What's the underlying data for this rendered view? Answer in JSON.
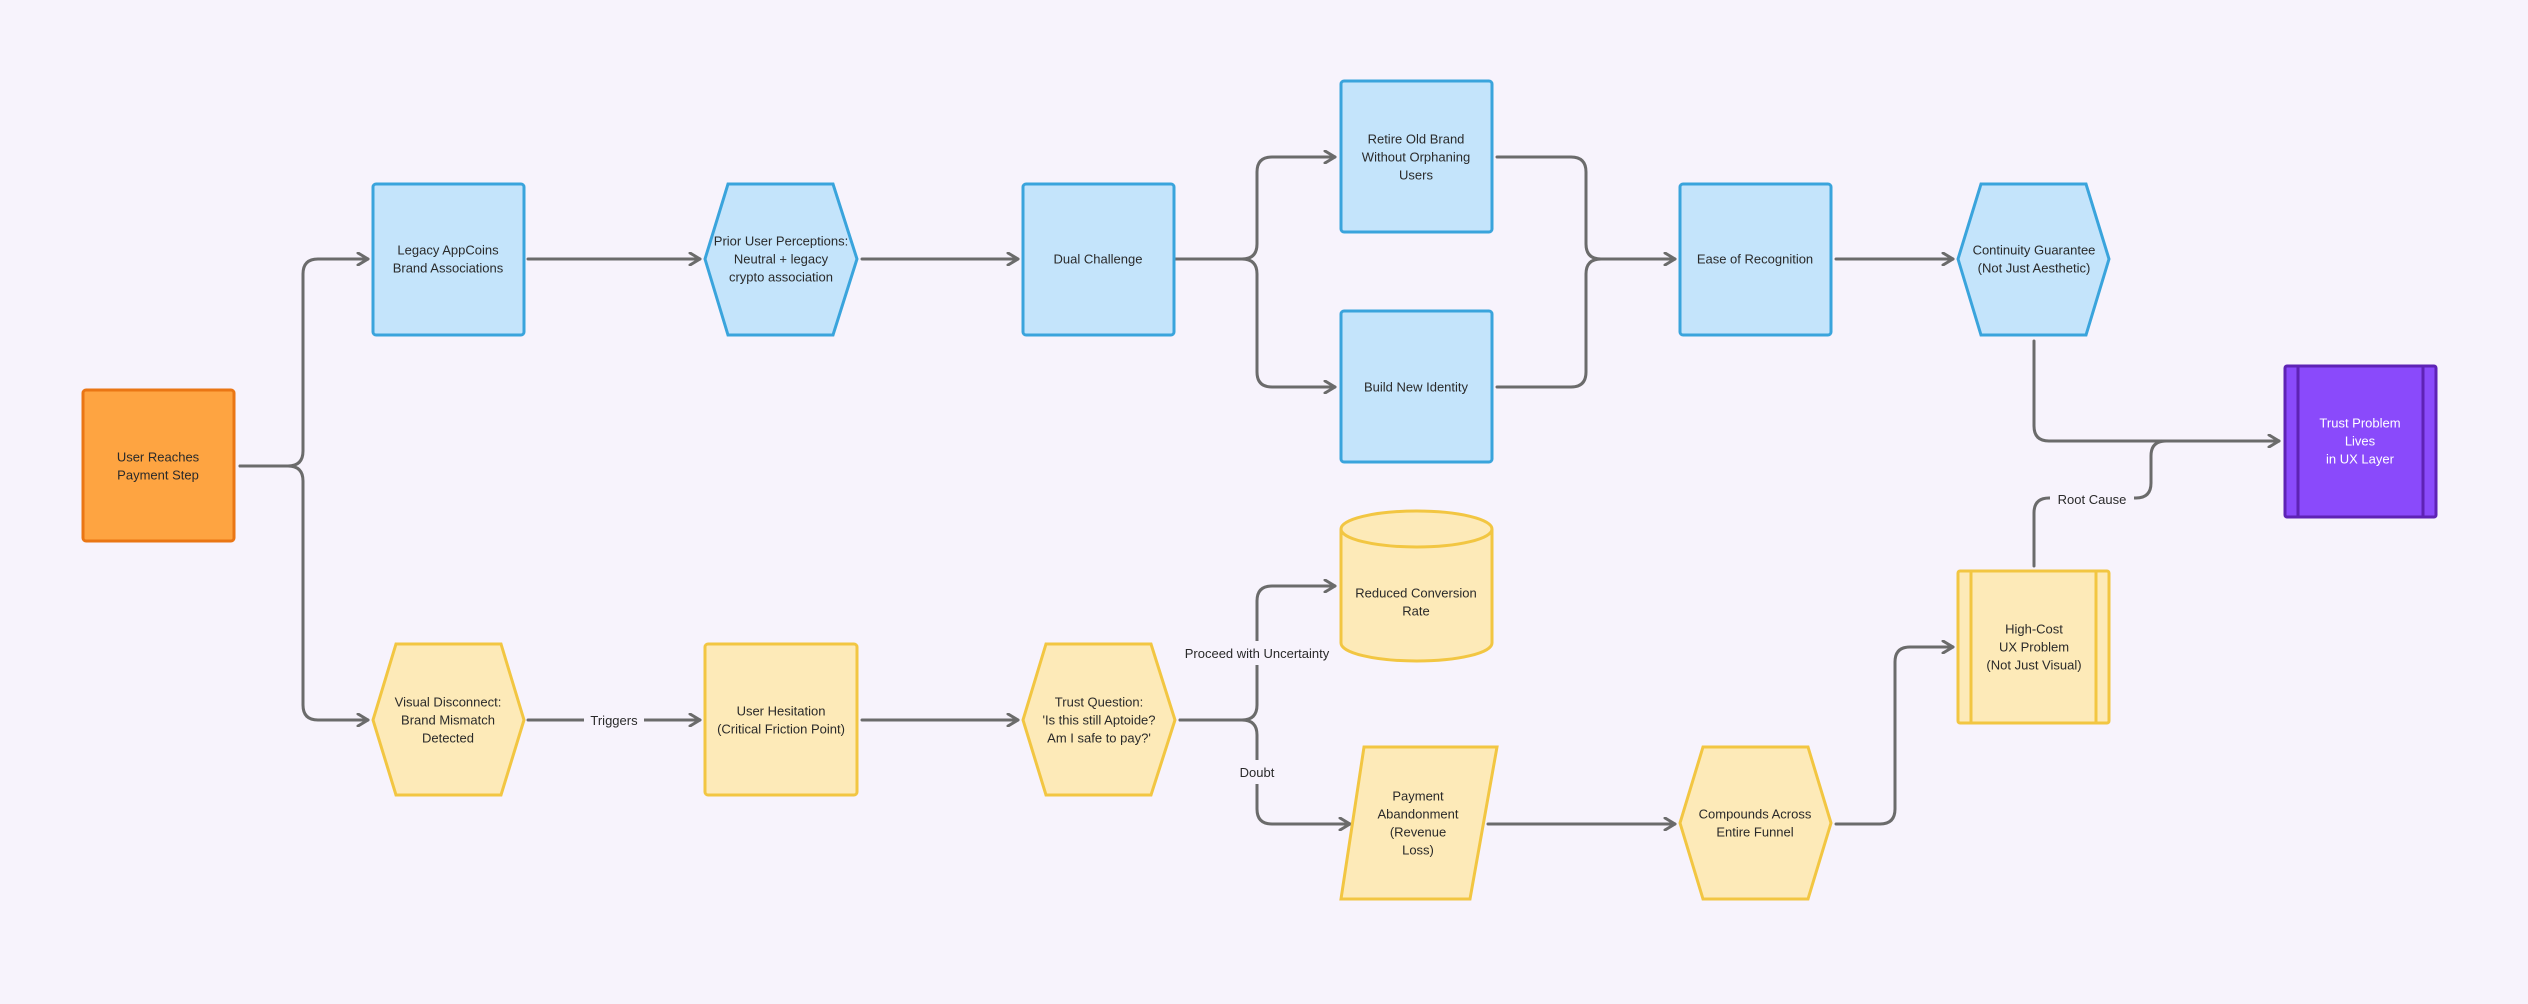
{
  "colors": {
    "blue_fill": "#c4e4fb",
    "blue_stroke": "#3aa4dc",
    "yellow_fill": "#fdeab8",
    "yellow_stroke": "#f2c642",
    "orange_fill": "#fea441",
    "orange_stroke": "#ea7614",
    "purple_fill": "#8a4afb",
    "purple_stroke": "#5e23b5",
    "edge": "#6b6b6b",
    "background": "#f7f3fc"
  },
  "nodes": {
    "user_reaches": [
      "User Reaches",
      "Payment Step"
    ],
    "legacy": [
      "Legacy AppCoins",
      "Brand Associations"
    ],
    "prior": [
      "Prior User Perceptions:",
      "Neutral + legacy",
      "crypto association"
    ],
    "dual": [
      "Dual Challenge"
    ],
    "retire": [
      "Retire Old Brand",
      "Without Orphaning",
      "Users"
    ],
    "build": [
      "Build New Identity"
    ],
    "ease": [
      "Ease of Recognition"
    ],
    "continuity": [
      "Continuity Guarantee",
      "(Not Just Aesthetic)"
    ],
    "trust_problem": [
      "Trust Problem",
      "Lives",
      "in UX Layer"
    ],
    "visual": [
      "Visual Disconnect:",
      "Brand Mismatch",
      "Detected"
    ],
    "hesitation": [
      "User Hesitation",
      "(Critical Friction Point)"
    ],
    "trust_question": [
      "Trust Question:",
      "'Is this still Aptoide?",
      "Am I safe to pay?'"
    ],
    "reduced": [
      "Reduced Conversion",
      "Rate"
    ],
    "abandon": [
      "Payment",
      "Abandonment",
      "(Revenue",
      "Loss)"
    ],
    "compounds": [
      "Compounds Across",
      "Entire Funnel"
    ],
    "high_cost": [
      "High-Cost",
      "UX Problem",
      "(Not Just Visual)"
    ]
  },
  "edge_labels": {
    "triggers": "Triggers",
    "proceed": "Proceed with Uncertainty",
    "doubt": "Doubt",
    "root_cause": "Root Cause"
  }
}
